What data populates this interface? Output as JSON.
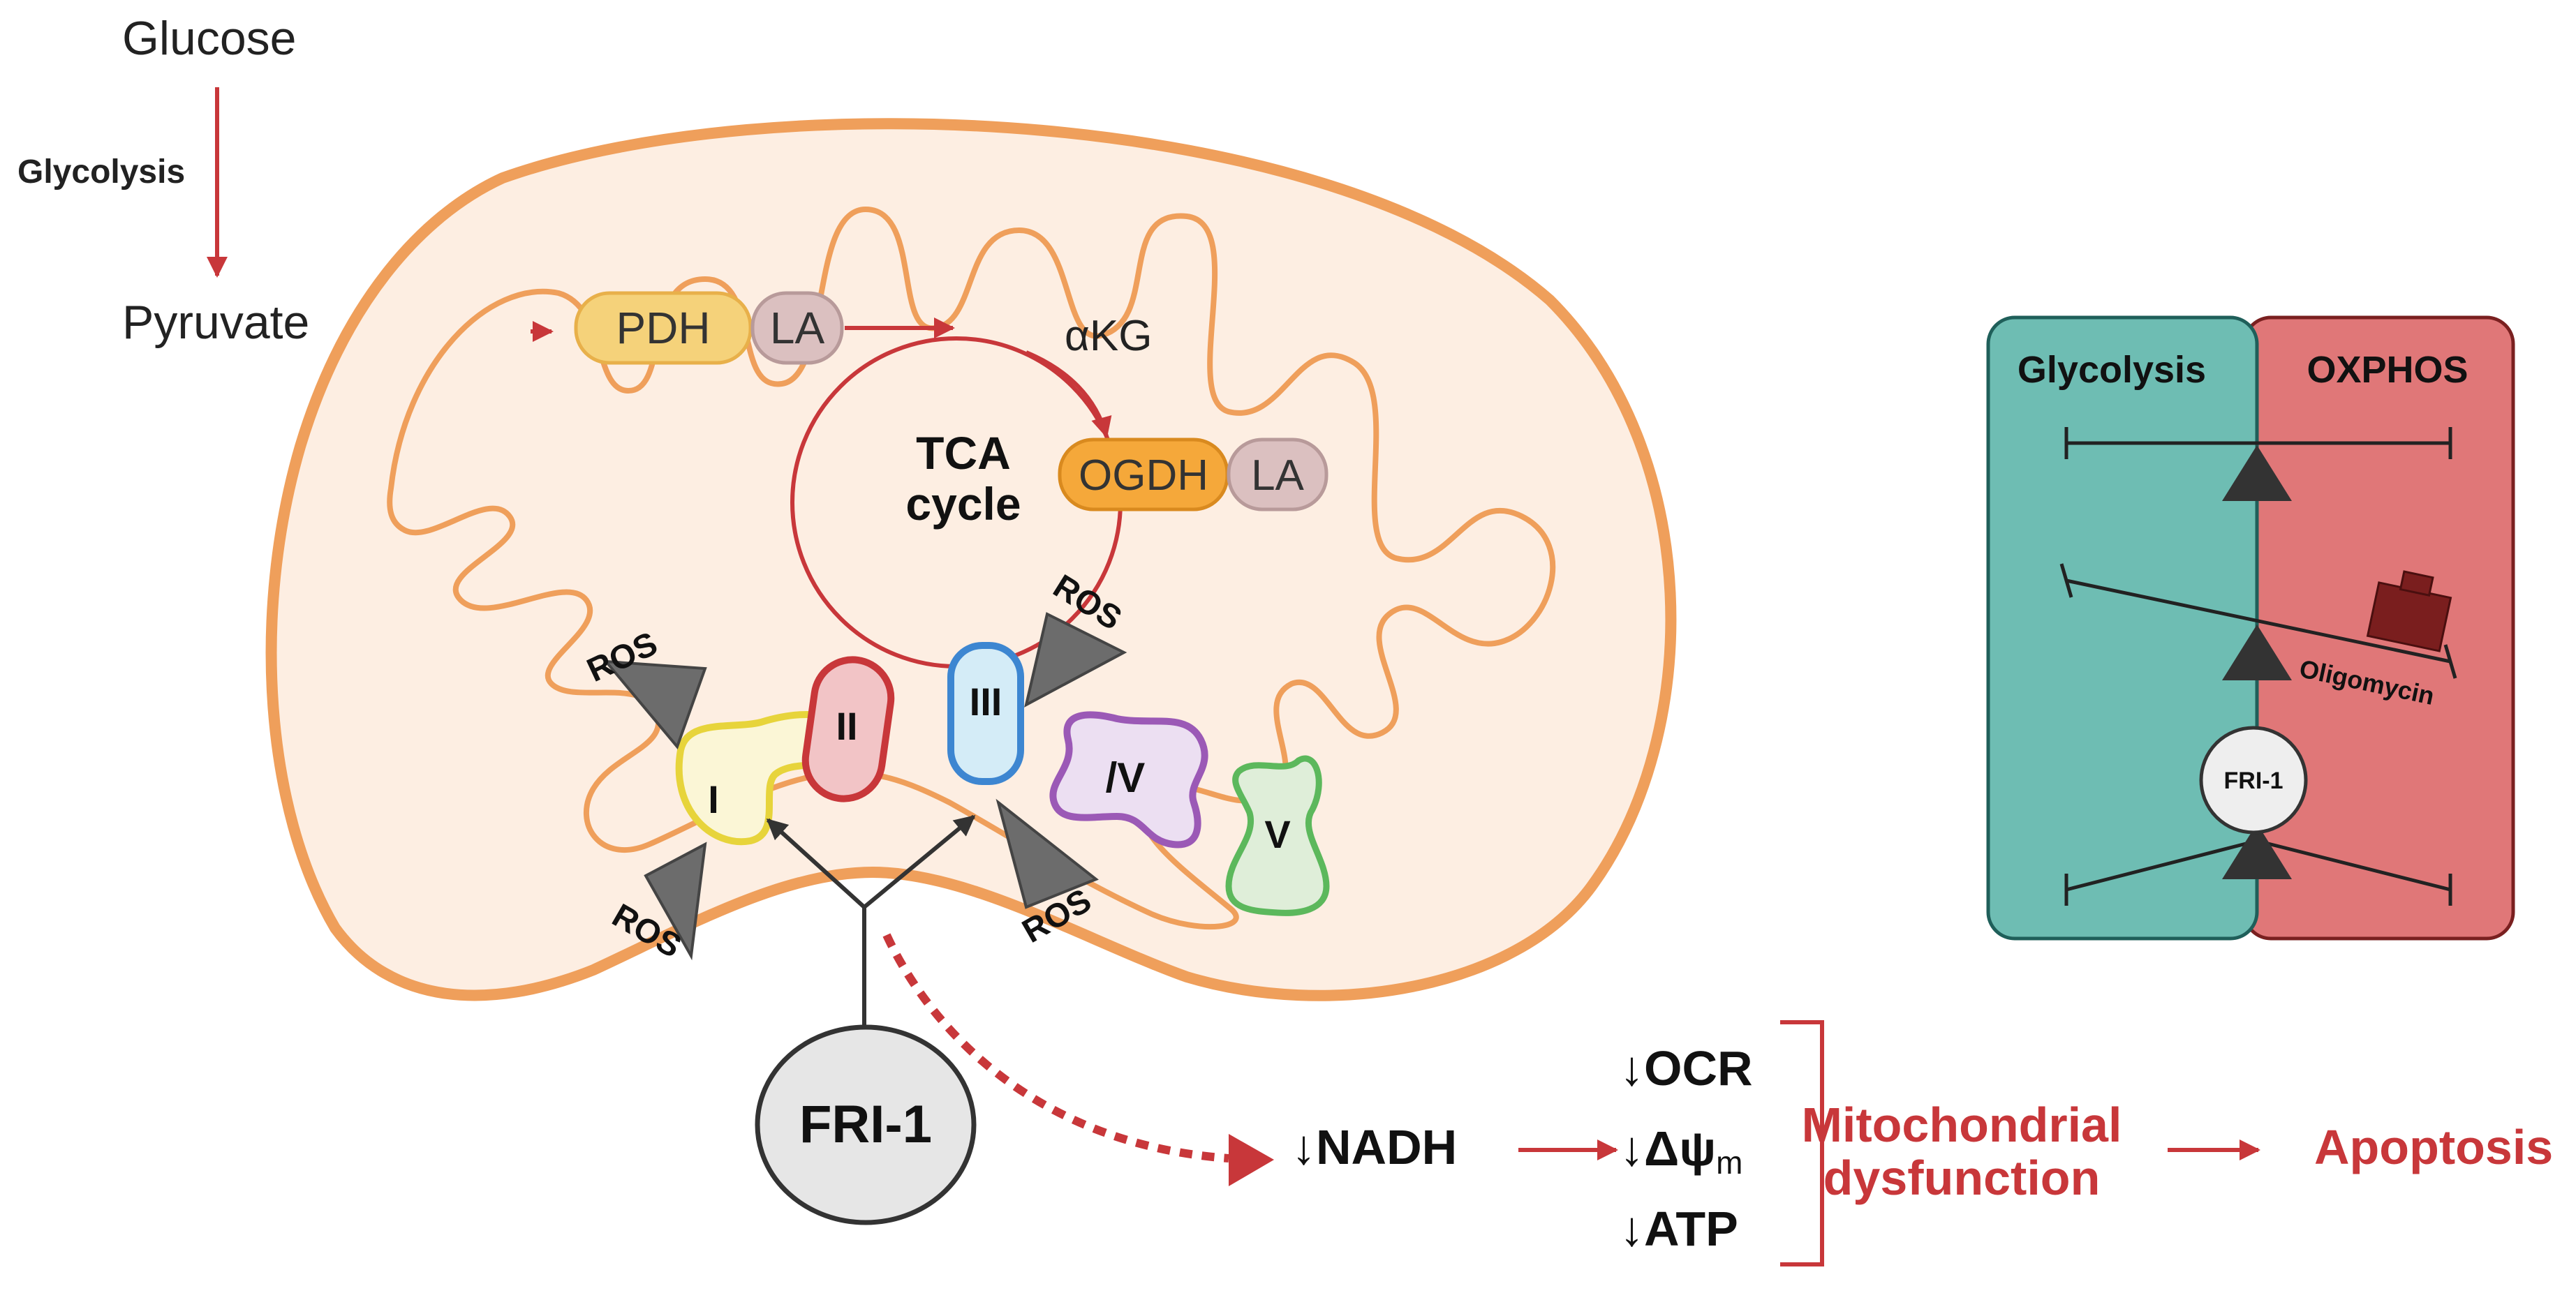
{
  "pathway": {
    "glucose": "Glucose",
    "glycolysis": "Glycolysis",
    "pyruvate": "Pyruvate"
  },
  "mito": {
    "pdh": "PDH",
    "la": "LA",
    "akg": "αKG",
    "tca_line1": "TCA",
    "tca_line2": "cycle",
    "ogdh": "OGDH",
    "la2": "LA",
    "ros": "ROS",
    "complexes": [
      "I",
      "II",
      "III",
      "/V",
      "V"
    ]
  },
  "drug": {
    "name": "FRI-1"
  },
  "effects": {
    "nadh": "↓NADH",
    "ocr": "↓OCR",
    "dpsi": "↓Δψ",
    "dpsi_sub": "m",
    "atp": "↓ATP",
    "mito_dys_line1": "Mitochondrial",
    "mito_dys_line2": "dysfunction",
    "apoptosis": "Apoptosis"
  },
  "balance": {
    "left_label": "Glycolysis",
    "right_label": "OXPHOS",
    "oligomycin": "Oligomycin",
    "fri": "FRI-1"
  },
  "colors": {
    "red_arrow": "#c8373a",
    "mito_outer": "#ef9f5b",
    "mito_fill": "#fdeee2",
    "pdh_fill": "#f5d27a",
    "la_fill": "#dbc0c0",
    "ogdh_fill": "#f5a83a",
    "teal_panel": "#6ebdb3",
    "red_panel": "#e07778",
    "complex_I": "#e7d43b",
    "complex_II": "#c8373a",
    "complex_III": "#3d86d1",
    "complex_IV": "#9b59b6",
    "complex_V": "#5cb85c"
  }
}
